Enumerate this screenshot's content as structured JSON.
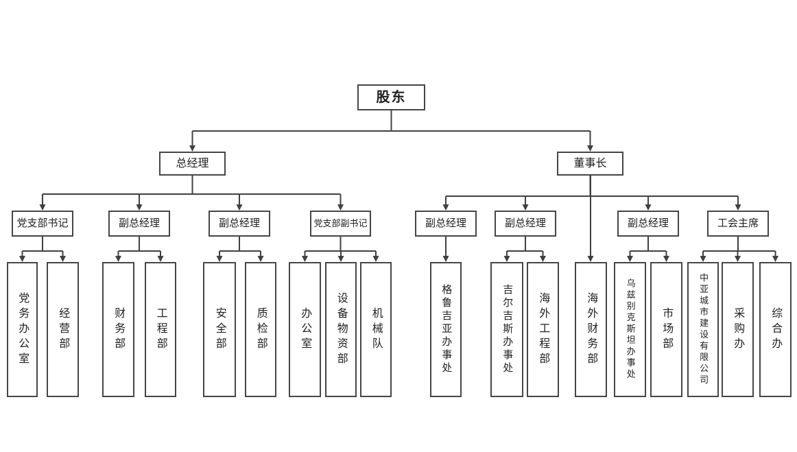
{
  "org": {
    "line_color": "#404040",
    "root": {
      "label": "股东"
    },
    "executives": [
      {
        "label": "总经理"
      },
      {
        "label": "董事长"
      }
    ],
    "managers": [
      {
        "label": "党支部书记"
      },
      {
        "label": "副总经理"
      },
      {
        "label": "副总经理"
      },
      {
        "label": "党支部副书记"
      },
      {
        "label": "副总经理"
      },
      {
        "label": "副总经理"
      },
      {
        "label": "副总经理"
      },
      {
        "label": "工会主席"
      }
    ],
    "departments": [
      {
        "label": "党务办公室"
      },
      {
        "label": "经营部"
      },
      {
        "label": "财务部"
      },
      {
        "label": "工程部"
      },
      {
        "label": "安全部"
      },
      {
        "label": "质检部"
      },
      {
        "label": "办公室"
      },
      {
        "label": "设备物资部"
      },
      {
        "label": "机械队"
      },
      {
        "label": "格鲁吉亚办事处"
      },
      {
        "label": "吉尔吉斯办事处"
      },
      {
        "label": "海外工程部"
      },
      {
        "label": "海外财务部"
      },
      {
        "label": "乌兹别克斯坦办事处"
      },
      {
        "label": "市场部"
      },
      {
        "label": "中亚城市建设有限公司"
      },
      {
        "label": "采购办"
      },
      {
        "label": "综合办"
      }
    ]
  }
}
